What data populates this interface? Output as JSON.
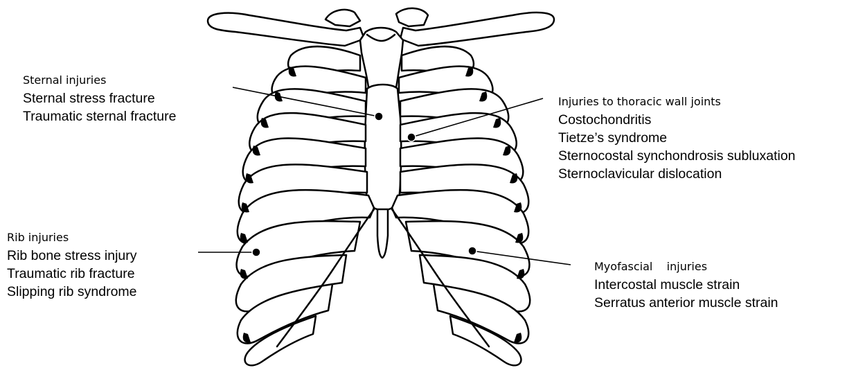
{
  "colors": {
    "outline": "#000000",
    "bone_fill": "#ffffff",
    "dark_fill": "#000000",
    "background": "#ffffff"
  },
  "groups": {
    "sternal": {
      "heading": "Sternal injuries",
      "items": [
        "Sternal stress fracture",
        "Traumatic sternal fracture"
      ]
    },
    "thoracic_wall": {
      "heading": "Injuries to thoracic wall joints",
      "items": [
        "Costochondritis",
        "Tietze’s syndrome",
        "Sternocostal synchondrosis subluxation",
        "Sternoclavicular dislocation"
      ]
    },
    "rib": {
      "heading": "Rib injuries",
      "items": [
        "Rib bone stress injury",
        "Traumatic rib fracture",
        "Slipping rib syndrome"
      ]
    },
    "myofascial": {
      "heading": "Myofascial    injuries",
      "items": [
        "Intercostal muscle strain",
        "Serratus anterior muscle strain"
      ]
    }
  }
}
